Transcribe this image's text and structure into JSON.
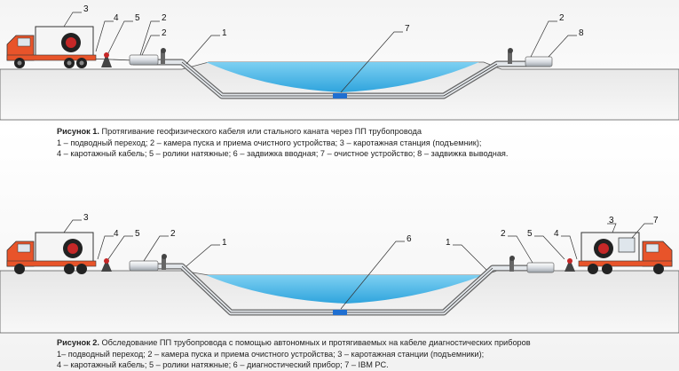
{
  "figure1": {
    "labels": {
      "truck": "3",
      "cable": "4",
      "rollers": "5",
      "chamber_left_a": "2",
      "chamber_left_b": "2",
      "crossing": "1",
      "device": "7",
      "chamber_right": "2",
      "valve_out": "8"
    },
    "caption_title": "Рисунок 1.",
    "caption_text": " Протягивание геофизического кабеля или стального каната через ПП трубопровода",
    "legend_line1": "1 – подводный переход; 2 – камера пуска и приема очистного устройства; 3 – каротажная станция (подъемник);",
    "legend_line2": "4 – каротажный кабель; 5 – ролики натяжные; 6 – задвижка вводная; 7 – очистное устройство; 8 – задвижка выводная."
  },
  "figure2": {
    "labels": {
      "truck_left": "3",
      "cable_left": "4",
      "rollers_left": "5",
      "chamber_left": "2",
      "crossing_left": "1",
      "device": "6",
      "crossing_right": "1",
      "chamber_right": "2",
      "rollers_right": "5",
      "cable_right": "4",
      "truck_right": "3",
      "pc": "7"
    },
    "caption_title": "Рисунок 2.",
    "caption_text": " Обследование ПП  трубопровода с помощью автономных и протягиваемых на кабеле диагностических приборов",
    "legend_line1": "1– подводный переход; 2 – камера пуска и приема очистного устройства; 3 – каротажная станции (подъемники);",
    "legend_line2": "4 – каротажный кабель; 5 – ролики натяжные; 6 – диагностический прибор; 7 – IBM PC."
  },
  "colors": {
    "truck_cab": "#e8542a",
    "water": "#49b8e8",
    "pipe": "#d9dde2",
    "device": "#1f6fd1",
    "ground": "#ececec"
  }
}
